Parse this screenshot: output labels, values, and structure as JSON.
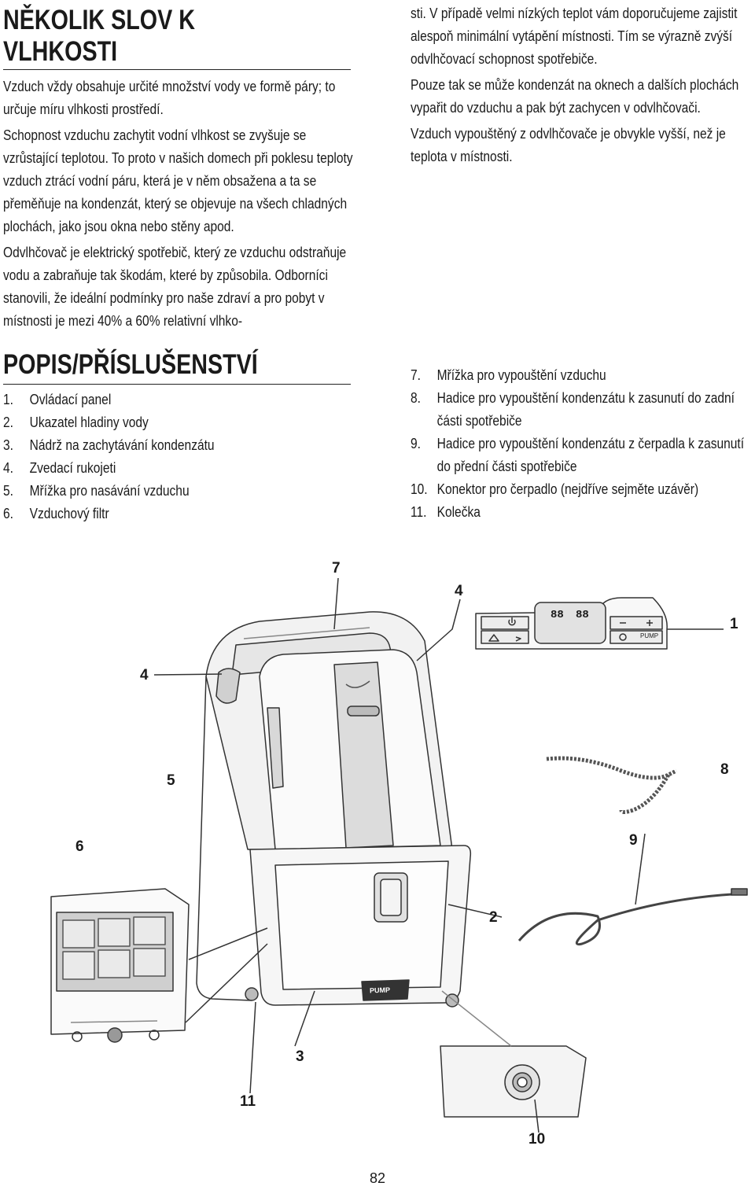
{
  "section1": {
    "title": "NĚKOLIK SLOV K VLHKOSTI",
    "left_paragraphs": [
      "Vzduch vždy obsahuje určité množství vody ve formě páry; to určuje míru vlhkosti prostředí.",
      "Schopnost vzduchu zachytit vodní vlhkost se zvyšuje se vzrůstající teplotou. To proto v našich domech při poklesu teploty vzduch ztrácí vodní páru, která je v něm obsažena a ta se přeměňuje na kondenzát, který se objevuje na všech chladných plochách, jako jsou okna nebo stěny apod.",
      "Odvlhčovač je elektrický spotřebič, který ze vzduchu odstraňuje vodu a zabraňuje tak škodám, které by způsobila. Odborníci stanovili, že ideální podmínky pro naše zdraví a pro pobyt v místnosti je mezi 40% a 60% relativní vlhko-"
    ],
    "right_paragraphs": [
      "sti. V případě velmi nízkých teplot vám doporučujeme zajistit alespoň minimální vytápění místnosti. Tím se výrazně zvýší odvlhčovací schopnost spotřebiče.",
      "Pouze tak se může kondenzát na oknech a dalších plochách vypařit do vzduchu a pak být zachycen v odvlhčovači.",
      "Vzduch vypouštěný z odvlhčovače je obvykle vyšší, než je teplota v místnosti."
    ]
  },
  "section2": {
    "title": "POPIS/PŘÍSLUŠENSTVÍ",
    "left_items": [
      {
        "num": "1.",
        "text": "Ovládací panel"
      },
      {
        "num": "2.",
        "text": "Ukazatel hladiny vody"
      },
      {
        "num": "3.",
        "text": "Nádrž na zachytávání kondenzátu"
      },
      {
        "num": "4.",
        "text": "Zvedací rukojeti"
      },
      {
        "num": "5.",
        "text": "Mřížka pro nasávání vzduchu"
      },
      {
        "num": "6.",
        "text": "Vzduchový filtr"
      }
    ],
    "right_items": [
      {
        "num": "7.",
        "text": "Mřížka pro vypouštění vzduchu"
      },
      {
        "num": "8.",
        "text": "Hadice pro vypouštění kondenzátu k zasunutí do zadní části spotřebiče"
      },
      {
        "num": "9.",
        "text": "Hadice pro vypouštění kondenzátu z čerpadla k zasunutí do přední části spotřebiče"
      },
      {
        "num": "10.",
        "text": "Konektor pro čerpadlo (nejdříve sejměte uzávěr)"
      },
      {
        "num": "11.",
        "text": "Kolečka"
      }
    ]
  },
  "diagram": {
    "callouts": {
      "c1": "1",
      "c2": "2",
      "c3": "3",
      "c4a": "4",
      "c4b": "4",
      "c5": "5",
      "c6": "6",
      "c7": "7",
      "c8": "8",
      "c9": "9",
      "c10": "10",
      "c11": "11"
    },
    "pump_label": "PUMP",
    "panel_pump_label": "PUMP",
    "panel_display": "88",
    "panel_display2": "88"
  },
  "page_number": "82"
}
